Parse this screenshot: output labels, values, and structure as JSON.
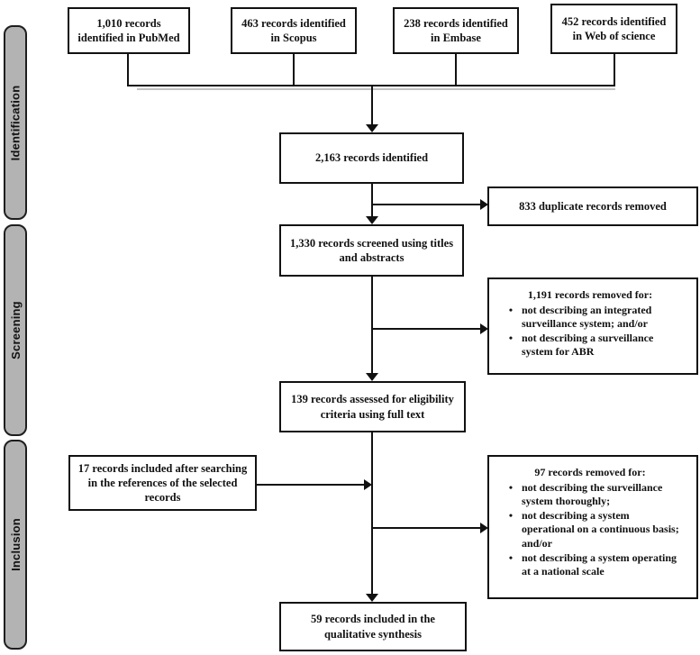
{
  "diagram": {
    "type": "prisma-flowchart",
    "colors": {
      "background": "#ffffff",
      "box_border": "#111111",
      "sidebar_fill": "#b3b3b3",
      "text": "#111111"
    }
  },
  "sidebar": {
    "identification_label": "Identification",
    "screening_label": "Screening",
    "inclusion_label": "Inclusion"
  },
  "nodes": {
    "pubmed": {
      "text": "1,010 records identified in PubMed"
    },
    "scopus": {
      "text": "463 records identified in Scopus"
    },
    "embase": {
      "text": "238 records identified in Embase"
    },
    "web_of_science": {
      "text": "452 records identified in Web of science"
    },
    "identified": {
      "text": "2,163 records identified"
    },
    "duplicates_removed": {
      "text": "833 duplicate records removed"
    },
    "screened": {
      "text": "1,330 records screened using titles and abstracts"
    },
    "removed_screening": {
      "title": "1,191 records removed for:",
      "bullet_glyph": "•",
      "bullets": [
        "not describing an integrated surveillance system; and/or",
        "not describing a surveillance system for ABR"
      ]
    },
    "eligibility": {
      "text": "139 records assessed for eligibility criteria using full text"
    },
    "references_included": {
      "text": "17 records included after searching in the references of the selected records"
    },
    "removed_eligibility": {
      "title": "97 records removed for:",
      "bullet_glyph": "•",
      "bullets": [
        "not describing the surveillance system thoroughly;",
        "not describing a system operational on a continuous basis; and/or",
        "not describing a system operating at a national scale"
      ]
    },
    "included": {
      "text": "59 records included in the qualitative synthesis"
    }
  }
}
